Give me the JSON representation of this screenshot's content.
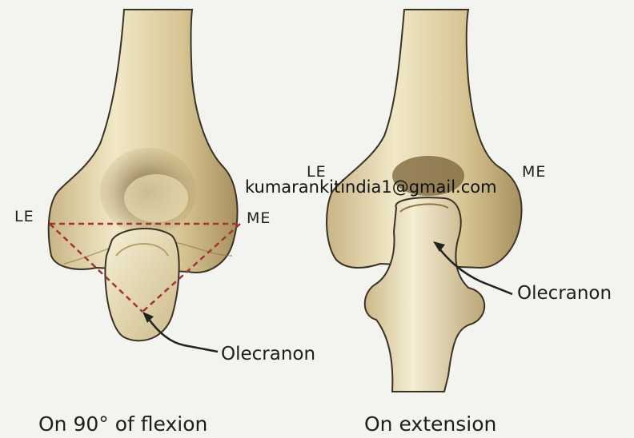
{
  "left_figure": {
    "lateral_label": "LE",
    "medial_label": "ME",
    "olecranon_label": "Olecranon",
    "caption": "On 90° of flexion"
  },
  "right_figure": {
    "lateral_label": "LE",
    "medial_label": "ME",
    "olecranon_label": "Olecranon",
    "caption": "On extension"
  },
  "watermark": "kumarankitindia1@gmail.com",
  "colors": {
    "background": "#f3f3ef",
    "bone_light": "#efe6c4",
    "bone_mid": "#d8c79a",
    "bone_shadow": "#8d7648",
    "outline": "#3a3325",
    "triangle_line": "#a23434",
    "text": "#1e1e1e"
  }
}
